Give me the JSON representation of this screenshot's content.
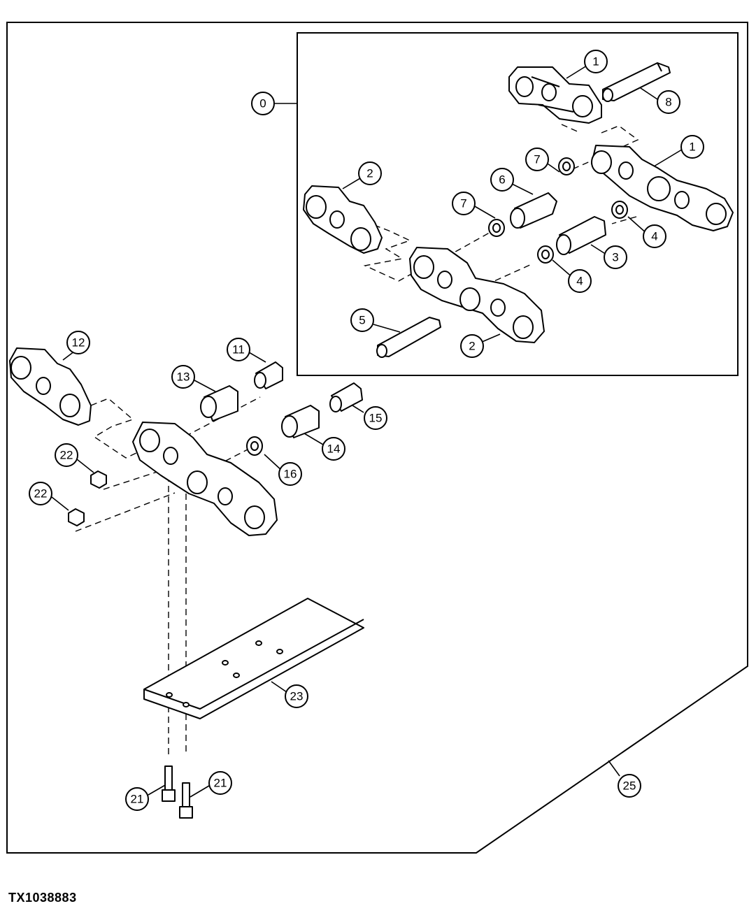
{
  "figure_id": "TX1038883",
  "callouts": {
    "c0": "0",
    "c1a": "1",
    "c1b": "1",
    "c2a": "2",
    "c2b": "2",
    "c3": "3",
    "c4a": "4",
    "c4b": "4",
    "c5": "5",
    "c6": "6",
    "c7a": "7",
    "c7b": "7",
    "c8": "8",
    "c11": "11",
    "c12": "12",
    "c13": "13",
    "c14": "14",
    "c15": "15",
    "c16": "16",
    "c21a": "21",
    "c21b": "21",
    "c22a": "22",
    "c22b": "22",
    "c23": "23",
    "c25": "25"
  }
}
